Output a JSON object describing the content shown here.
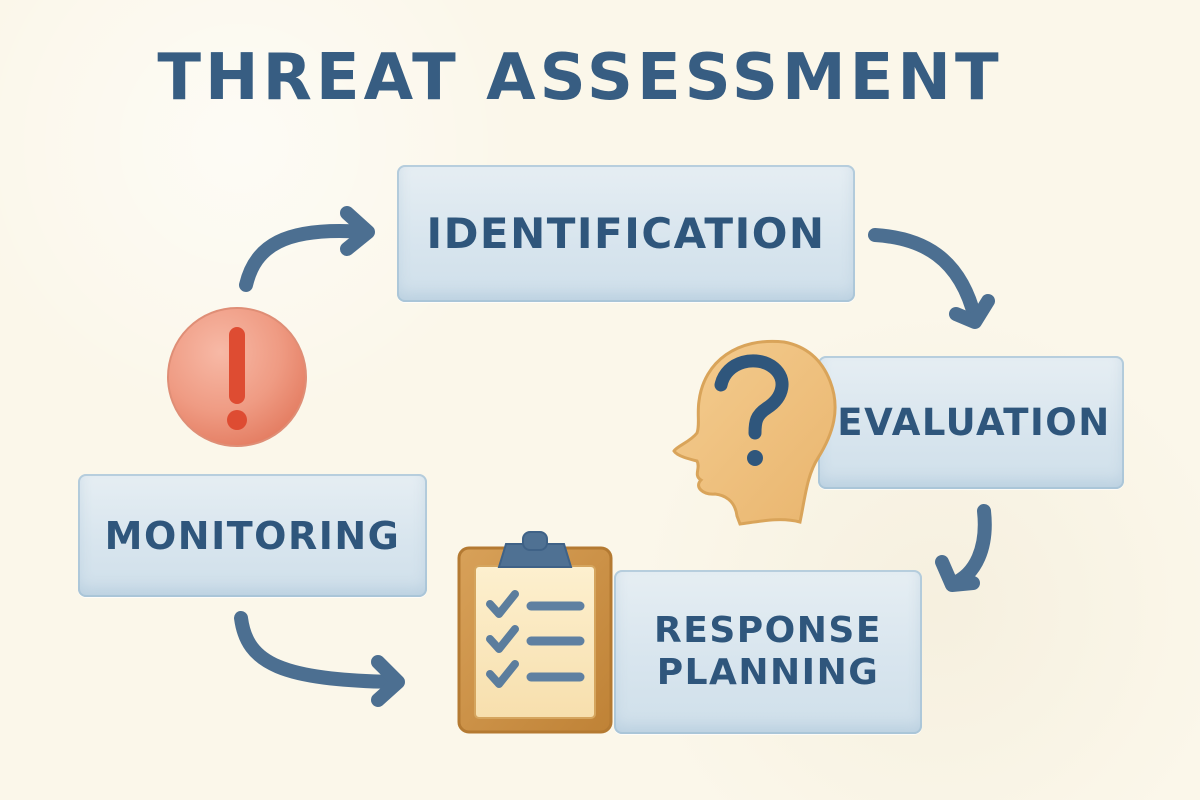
{
  "title": "THREAT ASSESSMENT",
  "steps": {
    "identification": "IDENTIFICATION",
    "evaluation": "EVALUATION",
    "monitoring": "MONITORING",
    "response_planning_line_1": "RESPONSE",
    "response_planning_line_2": "PLANNING"
  },
  "icons": {
    "warning": "exclamation-warning-icon",
    "head": "head-question-icon",
    "clipboard": "clipboard-checklist-icon",
    "arrow": "curved-arrow-icon"
  },
  "colors": {
    "ink": "#375d82",
    "box_fill": "#d8e5ee",
    "warning_fill": "#ef9b83",
    "warning_mark": "#de4c32",
    "head_fill": "#f0c27f",
    "clipboard_frame": "#c78d3e",
    "clipboard_paper": "#fbe7bf",
    "background": "#fbf7ea"
  }
}
